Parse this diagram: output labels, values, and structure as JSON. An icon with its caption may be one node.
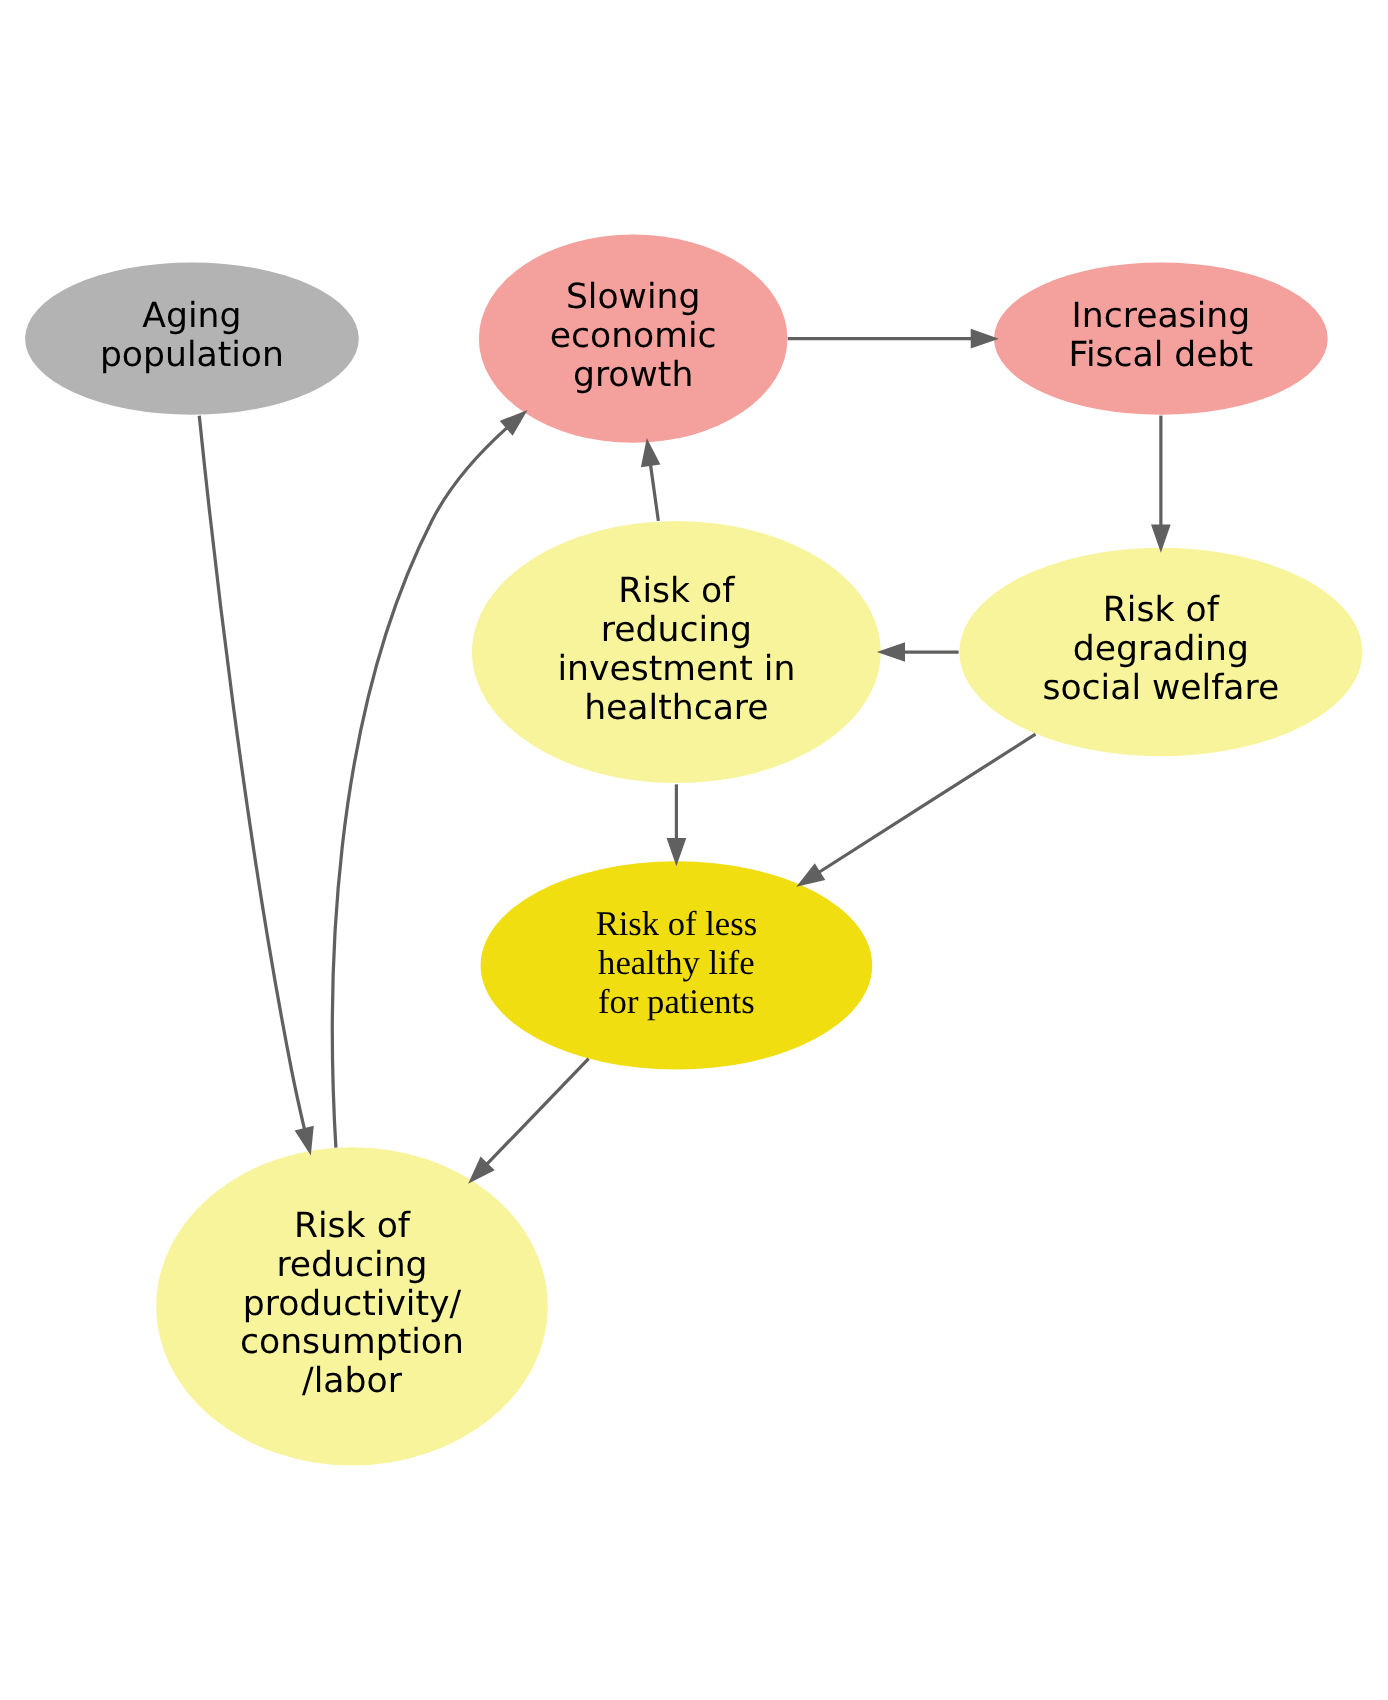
{
  "diagram": {
    "nodes": [
      {
        "text": [
          "Slowing economic growth"
        ]
      },
      {
        "text": [
          "Aging population"
        ]
      },
      {
        "text": [
          "Increasing Fiscal debt"
        ]
      },
      {
        "text": [
          "Risk of reducing productivity/ consumption /labor"
        ]
      },
      {
        "text": [
          "Risk of less healthy life for patients"
        ]
      },
      {
        "text": [
          "Risk of reducing investment in healthcare"
        ]
      },
      {
        "text": [
          "Risk of degrading social welfare"
        ]
      }
    ],
    "edges": [
      {
        "from": 0,
        "to": 2,
        "arrow": "to"
      },
      {
        "from": 1,
        "to": 3,
        "arrow": "to"
      },
      {
        "from": 3,
        "to": 0,
        "arrow": "to"
      },
      {
        "from": 4,
        "to": 3,
        "arrow": "to"
      },
      {
        "from": 2,
        "to": 6,
        "arrow": "to"
      },
      {
        "from": 6,
        "to": 4,
        "arrow": "to"
      },
      {
        "from": 6,
        "to": 5,
        "arrow": "to"
      },
      {
        "from": 5,
        "to": 4,
        "arrow": "to"
      },
      {
        "from": 5,
        "to": 0,
        "arrow": "to"
      }
    ]
  }
}
